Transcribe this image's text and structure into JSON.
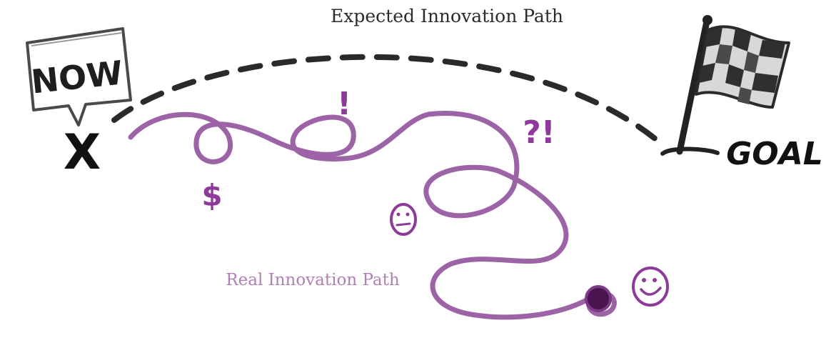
{
  "labels": {
    "expected_path": "Expected Innovation Path",
    "real_path": "Real Innovation Path",
    "now": "NOW",
    "goal": "GOAL",
    "start_mark": "X",
    "exclaim": "!",
    "question_exclaim": "?!",
    "dollar": "$"
  },
  "icons": {
    "start": "x-mark-icon",
    "speech": "speech-bubble-icon",
    "finish": "checkered-flag-icon",
    "neutral_face": "neutral-face-icon",
    "happy_face": "happy-face-icon",
    "endpoint": "path-end-dot-icon"
  },
  "colors": {
    "ink": "#1e1e1e",
    "path": "#9c63a6",
    "accent": "#8e3a9a",
    "real_label": "#b07fb5",
    "endpoint": "#4a1450"
  }
}
